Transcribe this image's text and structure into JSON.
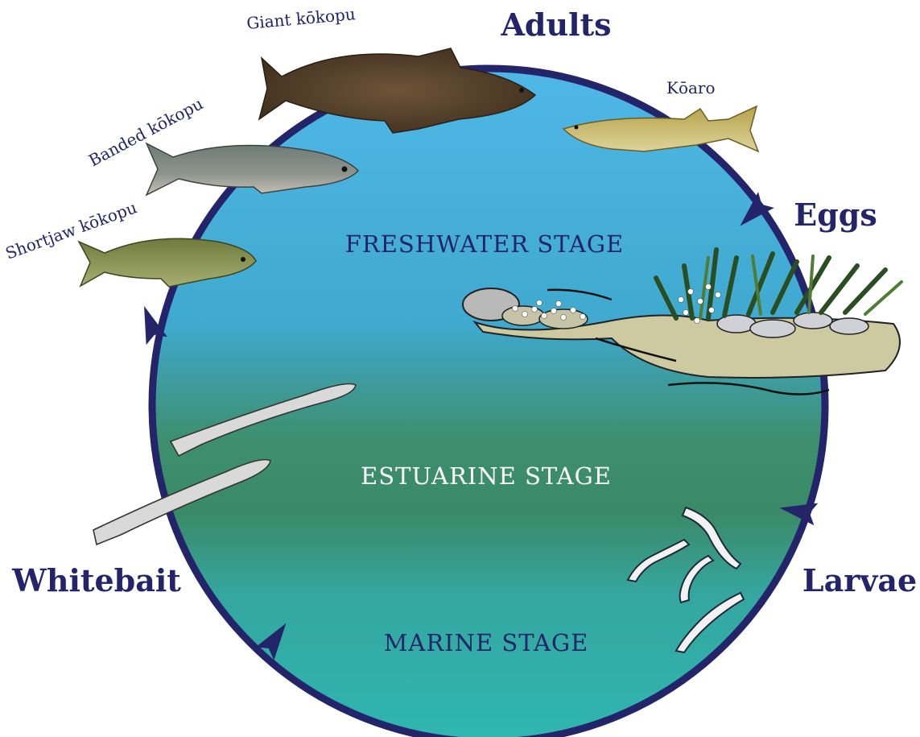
{
  "stages": {
    "adults": "Adults",
    "eggs": "Eggs",
    "larvae": "Larvae",
    "whitebait": "Whitebait"
  },
  "zones": {
    "freshwater": "FRESHWATER STAGE",
    "estuarine": "ESTUARINE STAGE",
    "marine": "MARINE STAGE"
  },
  "species": {
    "giant": "Giant kōkopu",
    "banded": "Banded kōkopu",
    "shortjaw": "Shortjaw kōkopu",
    "koaro": "Kōaro"
  },
  "colors": {
    "ring": "#23246a",
    "freshwater": "#49b6e5",
    "estuarine": "#3e8e69",
    "marine": "#2db3ad"
  }
}
